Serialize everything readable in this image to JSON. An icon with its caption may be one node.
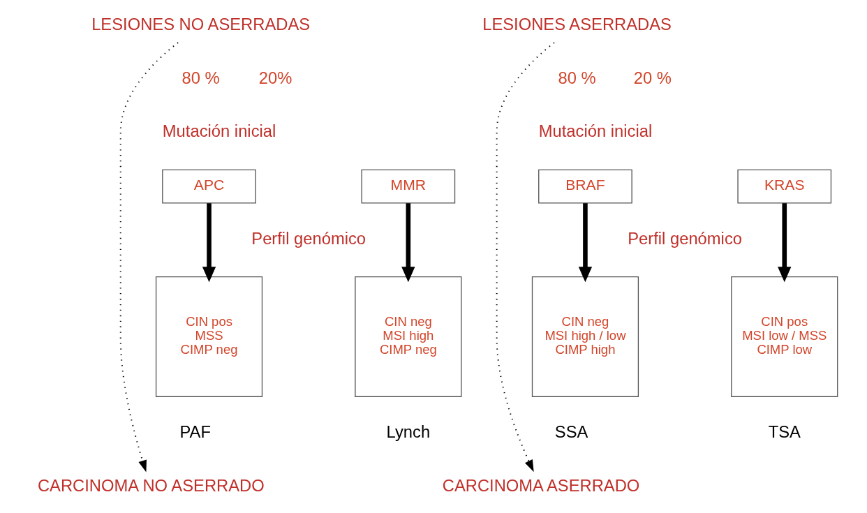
{
  "diagram": {
    "nodes": [
      {
        "text": [
          "LESIONES NO ASERRADAS"
        ]
      },
      {
        "text": [
          "LESIONES ASERRADAS"
        ]
      },
      {
        "text": [
          "APC"
        ]
      },
      {
        "text": [
          "MMR"
        ]
      },
      {
        "text": [
          "BRAF"
        ]
      },
      {
        "text": [
          "KRAS"
        ]
      },
      {
        "text": [
          "CIN pos",
          "MSS",
          "CIMP neg"
        ],
        "beside": [
          "PAF"
        ]
      },
      {
        "text": [
          "CIN neg",
          "MSI high",
          "CIMP neg"
        ],
        "beside": [
          "Lynch"
        ]
      },
      {
        "text": [
          "CIN neg",
          "MSI high / low",
          "CIMP high"
        ],
        "beside": [
          "SSA"
        ]
      },
      {
        "text": [
          "CIN pos",
          "MSI low / MSS",
          "CIMP low"
        ],
        "beside": [
          "TSA"
        ]
      },
      {
        "text": [
          "CARCINOMA NO ASERRADO"
        ]
      },
      {
        "text": [
          "CARCINOMA ASERRADO"
        ]
      }
    ],
    "edges": [
      {
        "from": 0,
        "to": 10,
        "arrow": "to",
        "style": "dashed"
      },
      {
        "from": 2,
        "to": 6,
        "arrow": "to"
      },
      {
        "from": 3,
        "to": 7,
        "arrow": "to"
      },
      {
        "from": 1,
        "to": 11,
        "arrow": "to",
        "style": "dashed"
      },
      {
        "from": 4,
        "to": 8,
        "arrow": "to"
      },
      {
        "from": 5,
        "to": 9,
        "arrow": "to"
      }
    ],
    "labels": [
      "80 %",
      "20%",
      "80 %",
      "20 %",
      "Mutación inicial",
      "Mutación inicial",
      "Perfil genómico",
      "Perfil genómico"
    ]
  }
}
